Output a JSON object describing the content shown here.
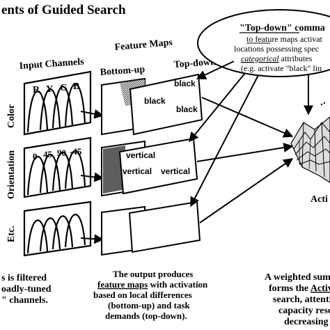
{
  "title": "ents of Guided Search",
  "headers": {
    "input_channels": "Input Channels",
    "feature_maps": "Feature Maps",
    "bottom_up": "Bottom-up",
    "top_down": "Top-down"
  },
  "rows": {
    "color": "Color",
    "orientation": "Orientation",
    "etc": "Etc."
  },
  "color_channels": [
    "R",
    "Y",
    "G",
    "B"
  ],
  "orientation_channels": [
    "0",
    "45",
    "90",
    "-45"
  ],
  "color_map_labels": [
    "black",
    "black",
    "black"
  ],
  "orientation_map_labels": [
    "vertical",
    "vertical",
    "vertical"
  ],
  "callout": {
    "title": "\"Top-down\" comma",
    "line1": "to feature maps activat",
    "line2": "locations possessing spec",
    "line3_emph": "categorical",
    "line3_rest": " attributes",
    "line4": "(e.g. activate \"black\" lin"
  },
  "activation_label": "Acti",
  "captions": {
    "left": [
      "s is filtered",
      "oadly-tuned",
      "\" channels."
    ],
    "center": {
      "line1": "The output produces",
      "line2_u": "feature maps",
      "line2_rest": " with activation",
      "line3": "based on local differences",
      "line4": "(bottom-up) and task",
      "line5": "demands (top-down)."
    },
    "right": {
      "line1": "A weighted sum",
      "line2_pre": "forms the ",
      "line2_u": "Activ",
      "line3": "search, attenti",
      "line4": "capacity reso",
      "line5": "decreasing"
    }
  }
}
